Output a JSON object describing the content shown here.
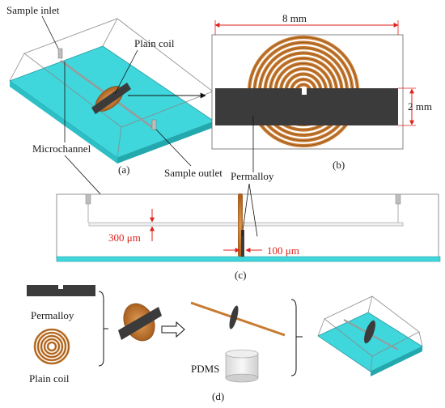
{
  "labels": {
    "sample_inlet": "Sample inlet",
    "plain_coil": "Plain coil",
    "microchannel": "Microchannel",
    "sample_outlet": "Sample outlet",
    "permalloy": "Permalloy",
    "permalloy_d": "Permalloy",
    "plain_coil_d": "Plain coil",
    "pdms": "PDMS"
  },
  "dimensions": {
    "width_8mm": "8 mm",
    "height_2mm": "2 mm",
    "gap_300um": "300 μm",
    "width_100um": "100 μm"
  },
  "panels": {
    "a": "(a)",
    "b": "(b)",
    "c": "(c)",
    "d": "(d)"
  },
  "colors": {
    "channel_cyan": "#3fd6dc",
    "coil_copper": "#c77a30",
    "permalloy_dark": "#3b3b3b",
    "dimension_red": "#e0201b"
  }
}
